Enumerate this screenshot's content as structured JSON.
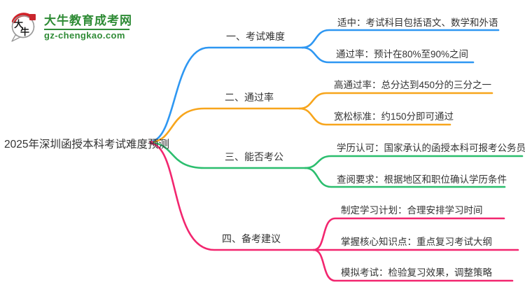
{
  "logo": {
    "icon_text": "大牛",
    "site_name": "大牛教育成考网",
    "site_url": "gz-chengkao.com",
    "brand_green": "#2e8b35",
    "seal_red": "#c9252d"
  },
  "root": {
    "title": "2025年深圳函授本科考试难度预测"
  },
  "branches": [
    {
      "label": "一、考试难度",
      "color": "#2e97f2",
      "children": [
        "适中：考试科目包括语文、数学和外语",
        "通过率：预计在80%至90%之间"
      ]
    },
    {
      "label": "二、通过率",
      "color": "#f7a51c",
      "children": [
        "高通过率：总分达到450分的三分之一",
        "宽松标准：约150分即可通过"
      ]
    },
    {
      "label": "三、能否考公",
      "color": "#2bbe6e",
      "children": [
        "学历认可：国家承认的函授本科可报考公务员",
        "查阅要求：根据地区和职位确认学历条件"
      ]
    },
    {
      "label": "四、备考建议",
      "color": "#f2266f",
      "children": [
        "制定学习计划：合理安排学习时间",
        "掌握核心知识点：重点复习考试大纲",
        "模拟考试：检验复习效果，调整策略"
      ]
    }
  ]
}
